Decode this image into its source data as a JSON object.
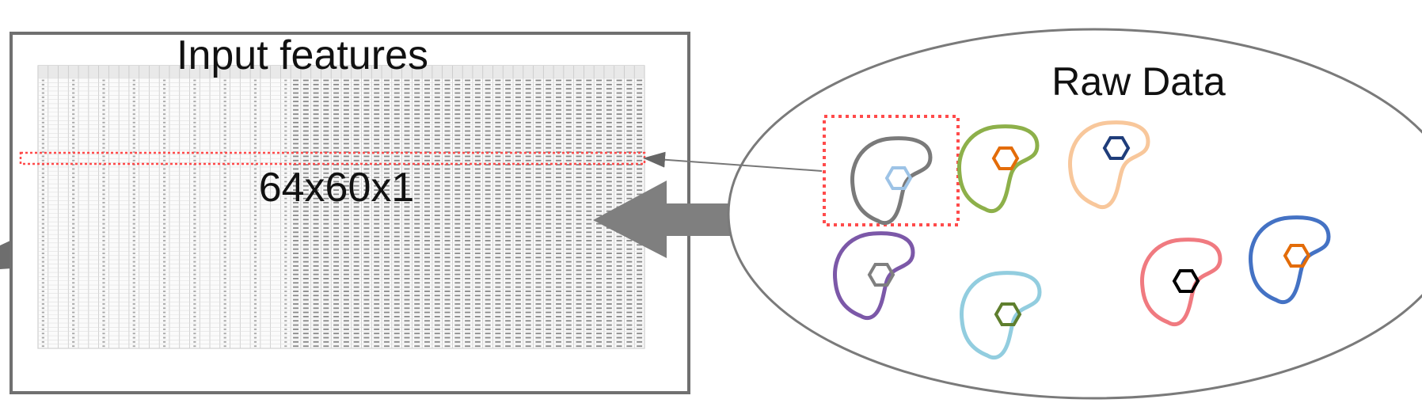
{
  "input_panel": {
    "title": "Input features",
    "dimension_label": "64x60x1",
    "table_rows": 64,
    "table_cols": 60
  },
  "raw_panel": {
    "title": "Raw Data"
  },
  "samples": [
    {
      "body_color": "#7a7a7a",
      "hex_color": "#9dc3e6",
      "highlighted": true
    },
    {
      "body_color": "#8db04a",
      "hex_color": "#e36c09"
    },
    {
      "body_color": "#f8c79b",
      "hex_color": "#1f3d7a"
    },
    {
      "body_color": "#7c58a8",
      "hex_color": "#7f7f7f"
    },
    {
      "body_color": "#92cddf",
      "hex_color": "#5f7f2e"
    },
    {
      "body_color": "#f07a80",
      "hex_color": "#000000"
    },
    {
      "body_color": "#4472c4",
      "hex_color": "#e36c09"
    }
  ],
  "colors": {
    "frame": "#707070",
    "highlight": "#ff4b4b",
    "arrow": "#7f7f7f",
    "grid": "#c8c8c8"
  }
}
